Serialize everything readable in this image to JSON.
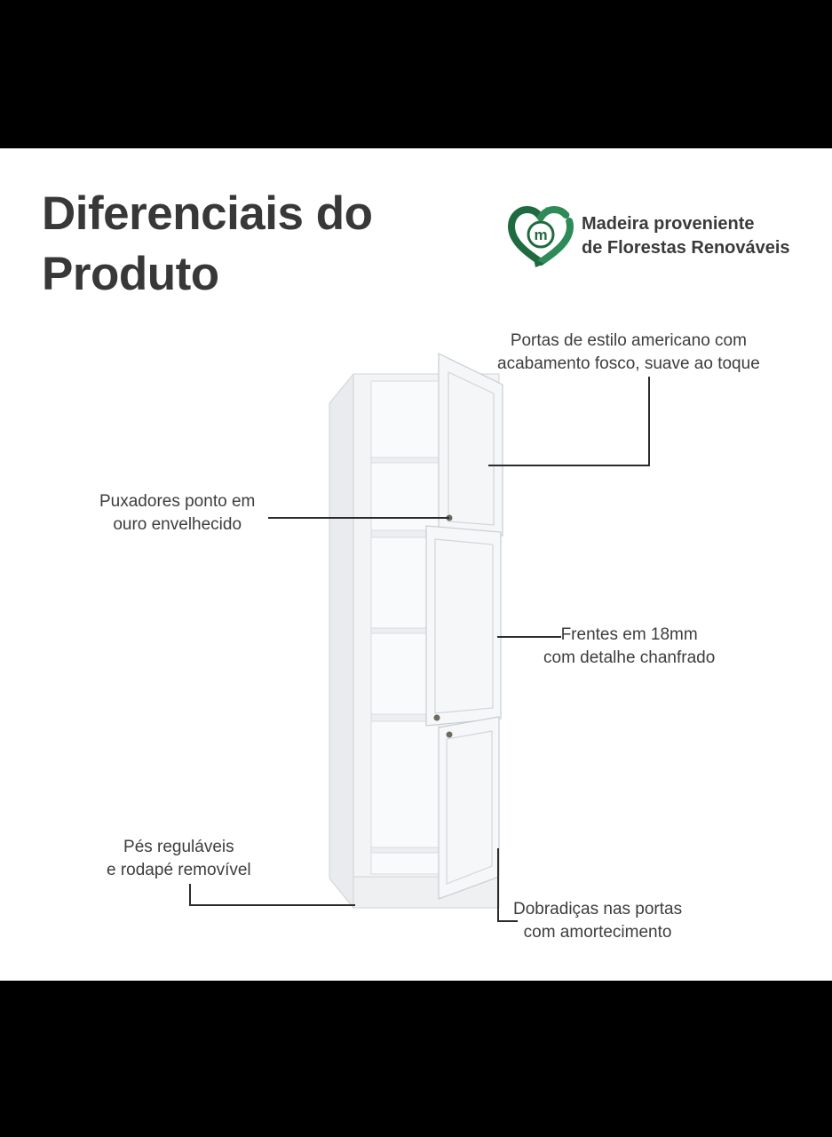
{
  "title": {
    "line1": "Diferenciais do",
    "line2": "Produto"
  },
  "badge": {
    "icon": "recycle-heart-m-icon",
    "line1": "Madeira proveniente",
    "line2": "de Florestas Renováveis",
    "icon_letter": "m",
    "color": "#1f6b3f"
  },
  "callouts": {
    "doors": {
      "line1": "Portas de estilo americano com",
      "line2": "acabamento fosco, suave ao toque"
    },
    "handles": {
      "line1": "Puxadores ponto em",
      "line2": "ouro envelhecido"
    },
    "fronts": {
      "line1": "Frentes em 18mm",
      "line2": "com detalhe chanfrado"
    },
    "feet": {
      "line1": "Pés reguláveis",
      "line2": "e rodapé removível"
    },
    "hinges": {
      "line1": "Dobradiças nas portas",
      "line2": "com amortecimento"
    }
  },
  "product_image": "white-tall-pantry-cabinet"
}
